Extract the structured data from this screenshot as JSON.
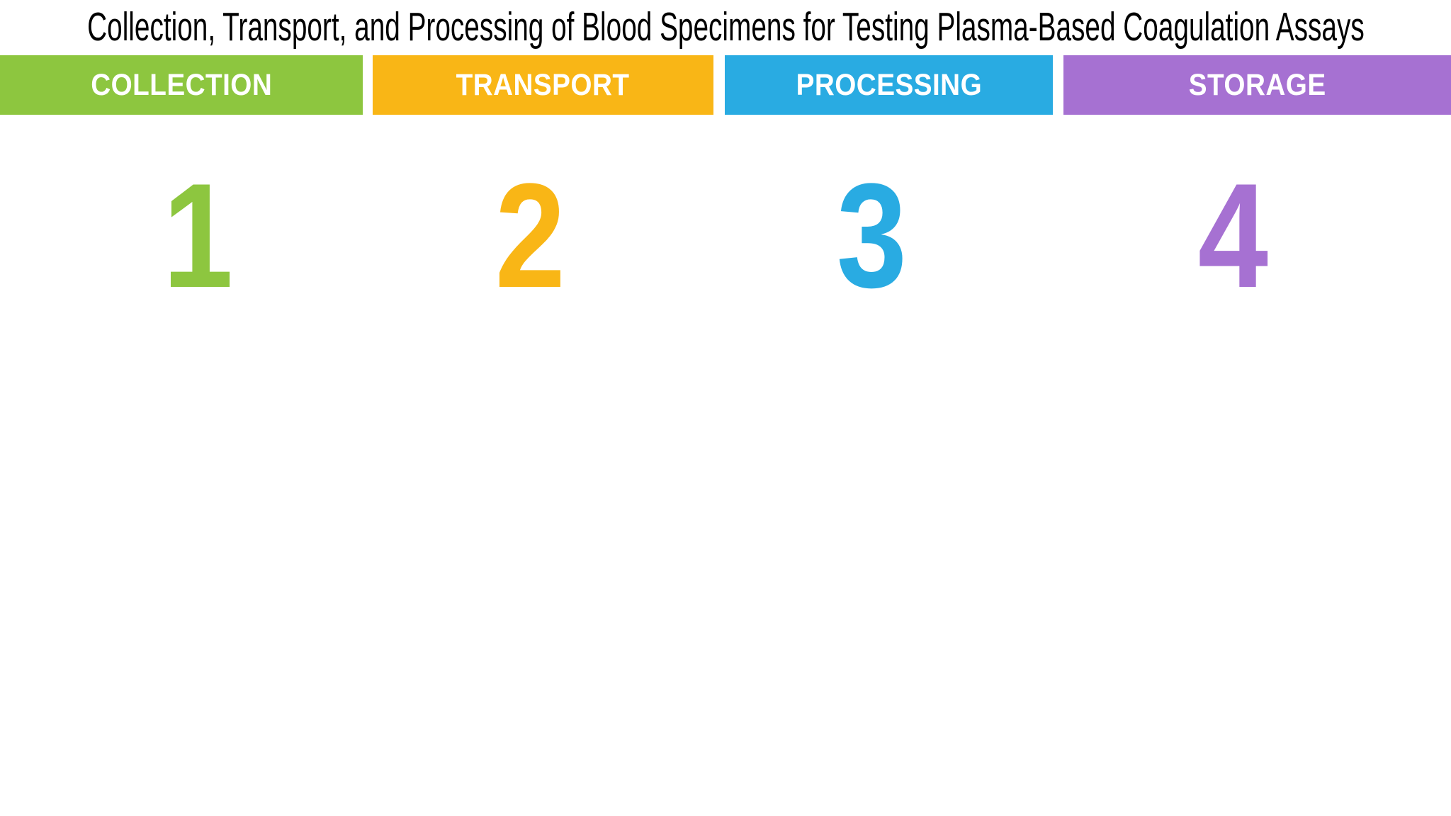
{
  "slide": {
    "title": "Collection, Transport, and Processing of Blood Specimens for Testing Plasma-Based Coagulation Assays",
    "title_color": "#000000",
    "background_color": "#ffffff"
  },
  "steps": [
    {
      "label": "COLLECTION",
      "number": "1",
      "color": "#8DC63F",
      "label_color": "#ffffff"
    },
    {
      "label": "TRANSPORT",
      "number": "2",
      "color": "#F9B616",
      "label_color": "#ffffff"
    },
    {
      "label": "PROCESSING",
      "number": "3",
      "color": "#29ABE2",
      "label_color": "#ffffff"
    },
    {
      "label": "STORAGE",
      "number": "4",
      "color": "#A671D2",
      "label_color": "#ffffff"
    }
  ]
}
